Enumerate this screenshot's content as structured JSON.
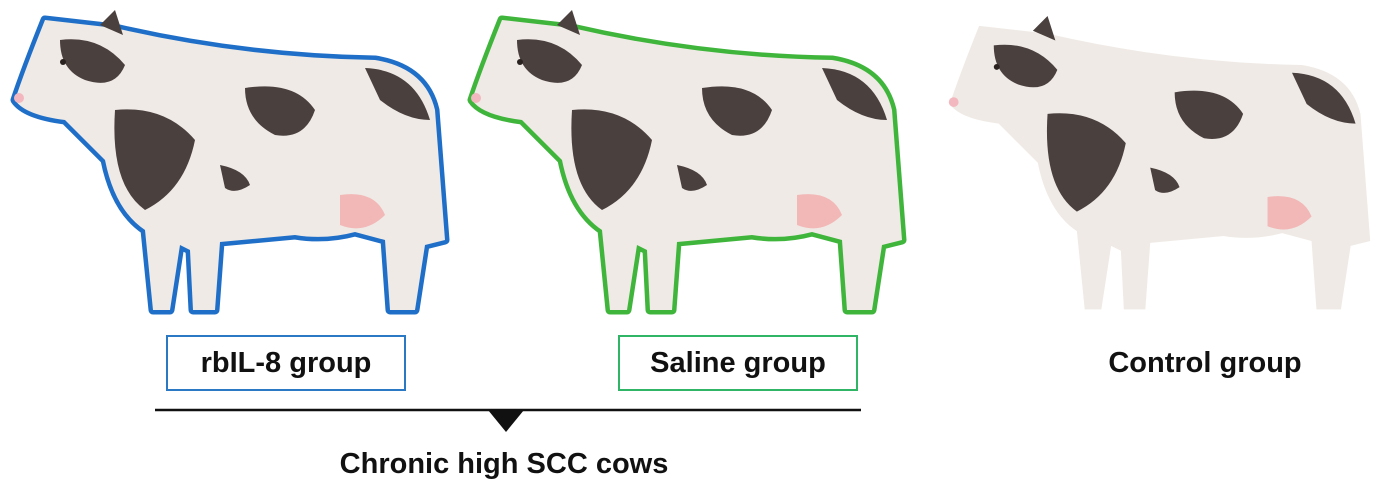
{
  "groups": [
    {
      "label": "rbIL-8 group",
      "outline_color": "#1f6fc8",
      "box_color": "#2b78c4"
    },
    {
      "label": "Saline group",
      "outline_color": "#3fb53c",
      "box_color": "#2fb565"
    },
    {
      "label": "Control group"
    }
  ],
  "caption": "Chronic high SCC cows",
  "colors": {
    "body": "#efeae5",
    "spot": "#4a403d",
    "udder": "#f2b7b7",
    "nose": "#f3b8bf"
  }
}
